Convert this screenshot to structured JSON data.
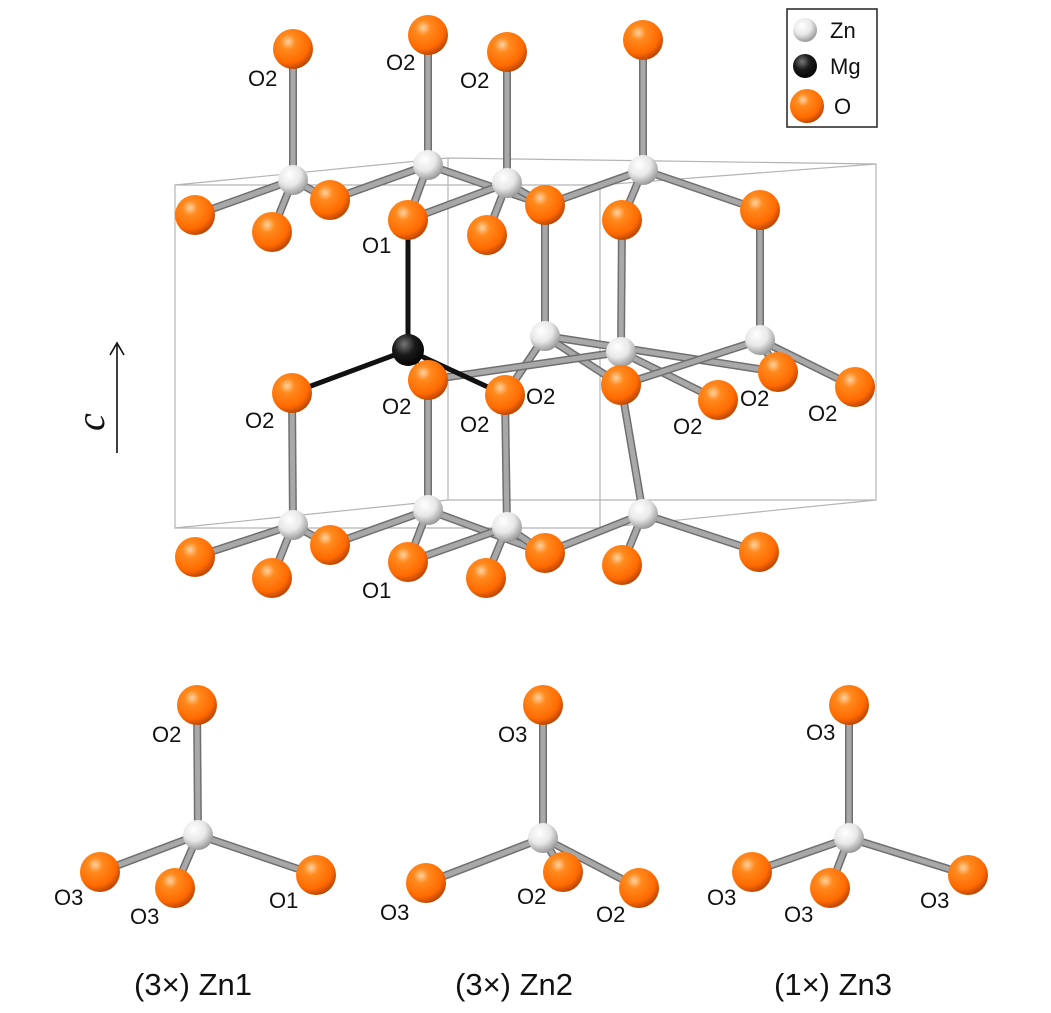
{
  "legend": {
    "items": [
      {
        "label": "Zn",
        "color": "#e8e8e8"
      },
      {
        "label": "Mg",
        "color": "#111111"
      },
      {
        "label": "O",
        "color": "#ff6a00"
      }
    ]
  },
  "axis_label": "c",
  "atom_labels": {
    "o2": "O2",
    "o1": "O1",
    "o3": "O3"
  },
  "captions": {
    "zn1": "(3×) Zn1",
    "zn2": "(3×) Zn2",
    "zn3": "(1×) Zn3"
  },
  "colors": {
    "oxygen": "#ff6a00",
    "zinc": "#e8e8e8",
    "magnesium": "#111111",
    "bond": "#a8a8a8",
    "cell_edge": "#b4b4b4"
  }
}
